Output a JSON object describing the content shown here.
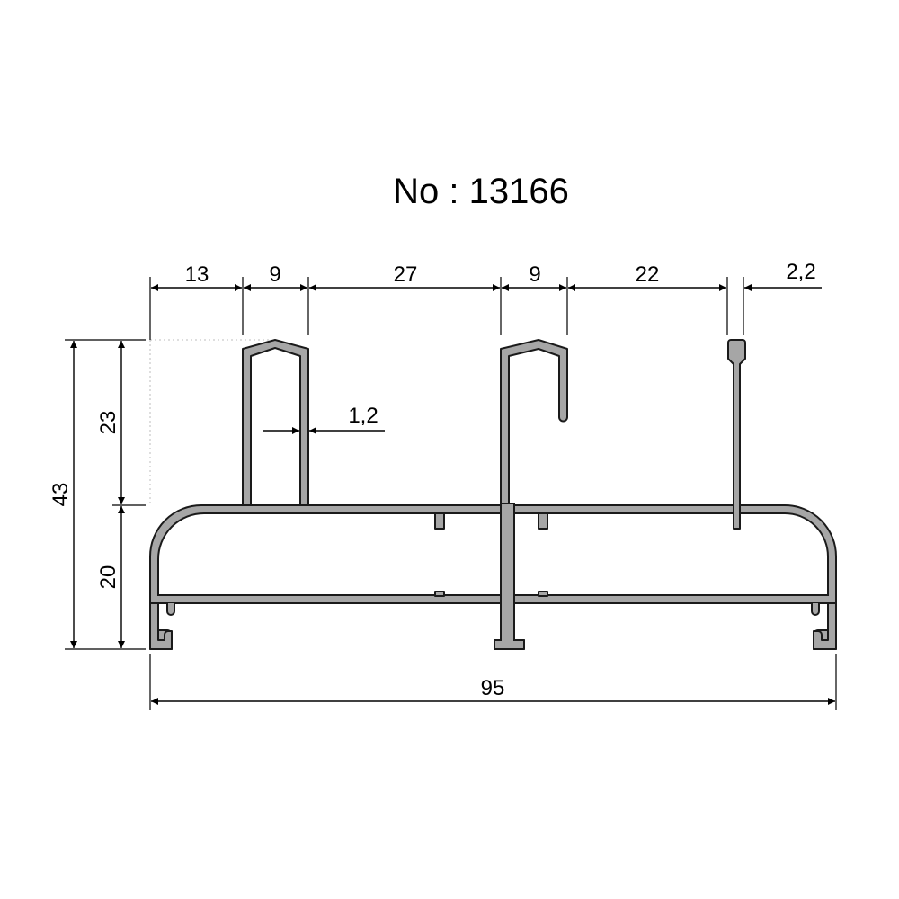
{
  "title": "No : 13166",
  "colors": {
    "profile_fill": "#a6a6a6",
    "profile_stroke": "#1a1a1a",
    "dimension_line": "#000000",
    "background": "#ffffff"
  },
  "dimensions": {
    "top_chain": [
      {
        "label": "13"
      },
      {
        "label": "9"
      },
      {
        "label": "27"
      },
      {
        "label": "9"
      },
      {
        "label": "22"
      },
      {
        "label": "2,2"
      }
    ],
    "wall_thickness": {
      "label": "1,2"
    },
    "height_total": {
      "label": "43"
    },
    "height_upper": {
      "label": "23"
    },
    "height_lower": {
      "label": "20"
    },
    "width_total": {
      "label": "95"
    }
  }
}
